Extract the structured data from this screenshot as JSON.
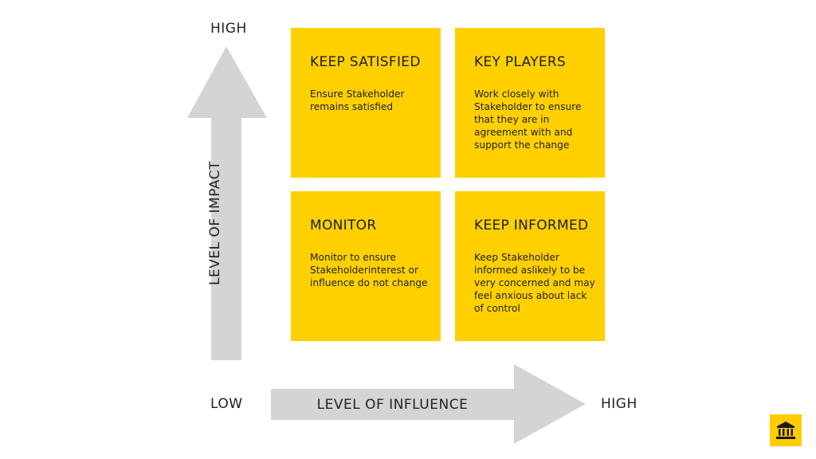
{
  "axes": {
    "y_high": "HIGH",
    "x_low": "LOW",
    "x_high": "HIGH",
    "y_label": "LEVEL OF IMPACT",
    "x_label": "LEVEL OF INFLUENCE"
  },
  "quadrants": [
    {
      "title": "KEEP SATISFIED",
      "description": "Ensure Stakeholder remains satisfied"
    },
    {
      "title": "KEY PLAYERS",
      "description": "Work closely with Stakeholder to ensure that they are in agreement with and support the change"
    },
    {
      "title": "MONITOR",
      "description": "Monitor to ensure Stakeholderinterest or influence do not change"
    },
    {
      "title": "KEEP INFORMED",
      "description": "Keep Stakeholder informed aslikely to be very concerned and may feel anxious about lack of control"
    }
  ],
  "colors": {
    "quadrant_fill": "#FFD000",
    "arrow_fill": "#D3D4D5",
    "logo_bg": "#FFCC00",
    "logo_fg": "#1a1a1a"
  },
  "icons": {
    "logo": "bank-building-icon"
  }
}
